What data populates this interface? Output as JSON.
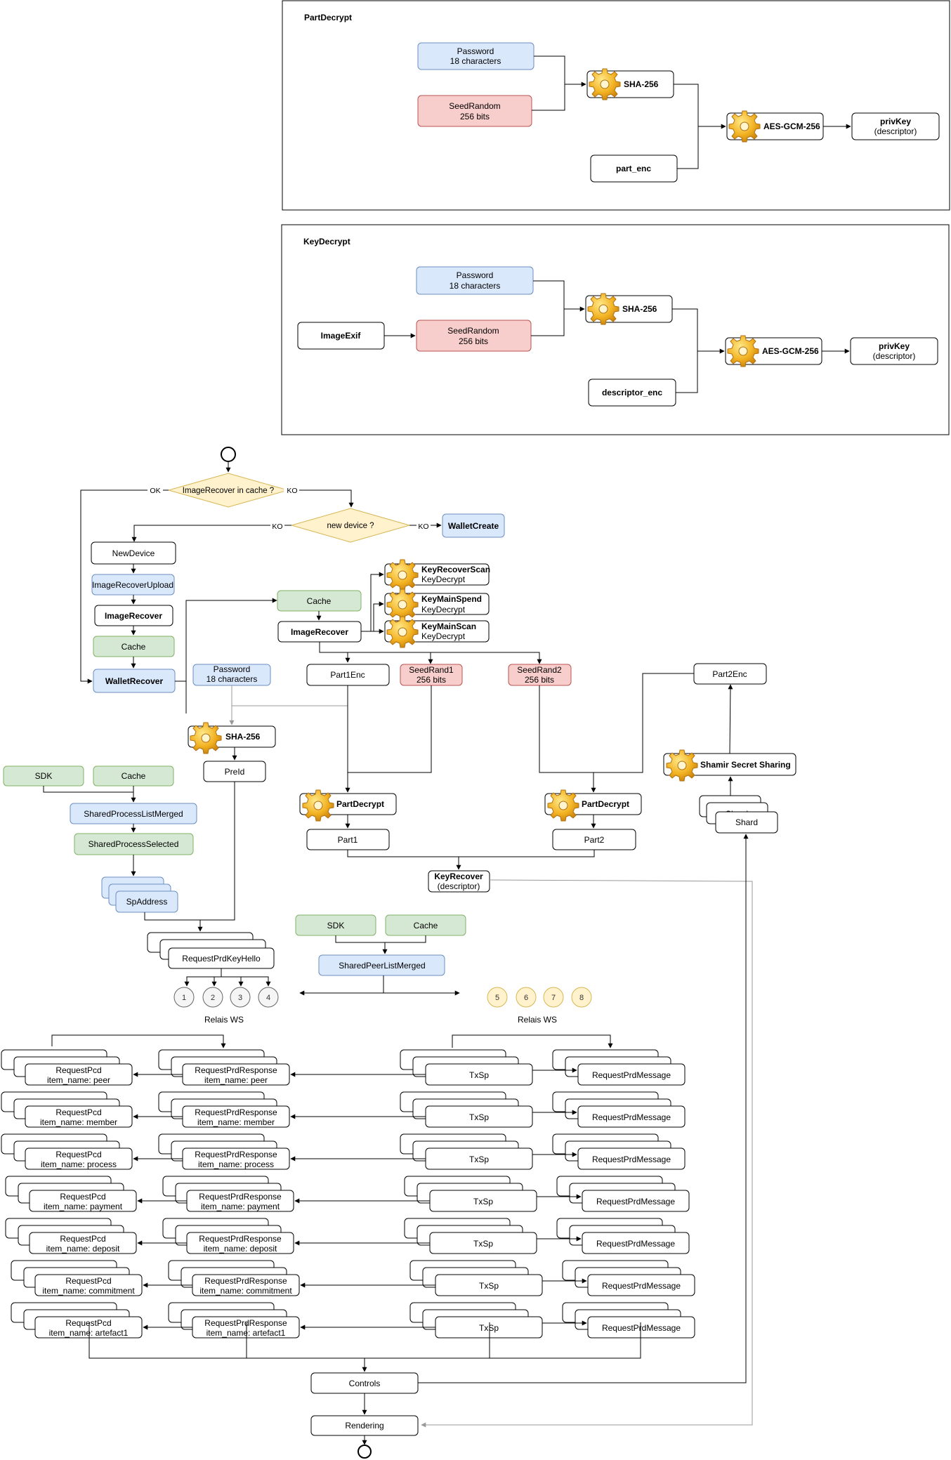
{
  "panels": {
    "part_decrypt": {
      "title": "PartDecrypt",
      "password_l1": "Password",
      "password_l2": "18 characters",
      "seed_l1": "SeedRandom",
      "seed_l2": "256 bits",
      "sha": "SHA-256",
      "aes": "AES-GCM-256",
      "input": "part_enc",
      "out_l1": "privKey",
      "out_l2": "(descriptor)"
    },
    "key_decrypt": {
      "title": "KeyDecrypt",
      "image": "ImageExif",
      "password_l1": "Password",
      "password_l2": "18 characters",
      "seed_l1": "SeedRandom",
      "seed_l2": "256 bits",
      "sha": "SHA-256",
      "aes": "AES-GCM-256",
      "input": "descriptor_enc",
      "out_l1": "privKey",
      "out_l2": "(descriptor)"
    }
  },
  "flow": {
    "decision_cache": "ImageRecover in cache ?",
    "ok": "OK",
    "ko": "KO",
    "ko2": "KO",
    "ko3": "KO",
    "decision_device": "new device ?",
    "wallet_create": "WalletCreate",
    "new_device": "NewDevice",
    "image_recover_upload": "ImageRecoverUpload",
    "image_recover": "ImageRecover",
    "cache": "Cache",
    "wallet_recover": "WalletRecover",
    "cache2": "Cache",
    "image_recover2": "ImageRecover",
    "key_recover_scan": "KeyRecoverScan",
    "key_main_spend": "KeyMainSpend",
    "key_main_scan": "KeyMainScan",
    "key_decrypt_sub": "KeyDecrypt",
    "password_l1": "Password",
    "password_l2": "18 characters",
    "sha": "SHA-256",
    "pre_id": "PreId",
    "part1_enc": "Part1Enc",
    "seed_rand1_l1": "SeedRand1",
    "seed_rand1_l2": "256 bits",
    "seed_rand2_l1": "SeedRand2",
    "seed_rand2_l2": "256 bits",
    "part2_enc": "Part2Enc",
    "shamir": "Shamir Secret Sharing",
    "shard": "Shard",
    "shard_behind": "Shard",
    "part_decrypt": "PartDecrypt",
    "part1": "Part1",
    "part2": "Part2",
    "key_recover_l1": "KeyRecover",
    "key_recover_l2": "(descriptor)",
    "sdk": "SDK",
    "shared_process_list": "SharedProcessListMerged",
    "shared_process_selected": "SharedProcessSelected",
    "sp_address": "SpAddress",
    "request_hello": "RequestPrdKeyHello",
    "shared_peer_list": "SharedPeerListMerged",
    "relais_left": [
      "1",
      "2",
      "3",
      "4"
    ],
    "relais_right": [
      "5",
      "6",
      "7",
      "8"
    ],
    "relais_label": "Relais WS",
    "controls": "Controls",
    "rendering": "Rendering"
  },
  "rows": [
    {
      "item": "item_name: peer"
    },
    {
      "item": "item_name: member"
    },
    {
      "item": "item_name: process"
    },
    {
      "item": "item_name: payment"
    },
    {
      "item": "item_name: deposit"
    },
    {
      "item": "item_name: commitment"
    },
    {
      "item": "item_name: artefact1"
    }
  ],
  "row_labels": {
    "pcd": "RequestPcd",
    "response": "RequestPrdResponse",
    "txsp": "TxSp",
    "message": "RequestPrdMessage"
  },
  "colors": {
    "blue_fill": "#dae8fc",
    "blue_stroke": "#6c8ebf",
    "red_fill": "#f8cecc",
    "red_stroke": "#b85450",
    "green_fill": "#d5e8d4",
    "green_stroke": "#82b366",
    "yellow_fill": "#fff2cc",
    "yellow_stroke": "#d6b656",
    "gray_fill": "#f5f5f5",
    "gray_stroke": "#666666"
  }
}
